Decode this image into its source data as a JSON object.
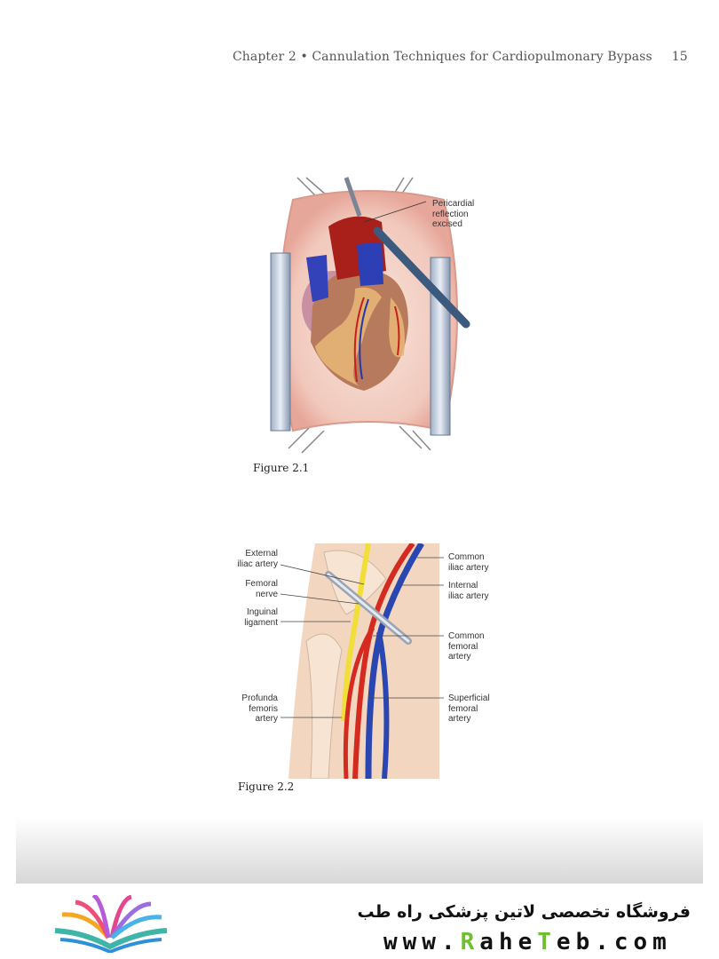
{
  "header": {
    "title": "Chapter 2 • Cannulation Techniques for Cardiopulmonary Bypass",
    "page_number": "15"
  },
  "figure1": {
    "caption": "Figure 2.1",
    "labels": {
      "pericardial": "Pericardial\nreflection\nexcised"
    }
  },
  "figure2": {
    "caption": "Figure 2.2",
    "labels": {
      "external_iliac": "External\niliac artery",
      "femoral_nerve": "Femoral\nnerve",
      "inguinal": "Inguinal\nligament",
      "profunda": "Profunda\nfemoris\nartery",
      "common_iliac": "Common\niliac artery",
      "internal_iliac": "Internal\niliac artery",
      "common_femoral": "Common\nfemoral\nartery",
      "superficial_femoral": "Superficial\nfemoral\nartery"
    }
  },
  "footer": {
    "shop_persian": "فروشگاه تخصصی لاتین پزشکی  راه طب",
    "url_prefix": "www.",
    "url_r": "R",
    "url_a": "a",
    "url_h": "h",
    "url_e": "e",
    "url_t": "T",
    "url_e2": "e",
    "url_b": "b",
    "url_suffix": ".com"
  },
  "colors": {
    "artery": "#d42a20",
    "vein": "#2a46b0",
    "nerve": "#f2de3a",
    "skin": "#f3d6c0",
    "accent_green": "#6ec02f"
  }
}
